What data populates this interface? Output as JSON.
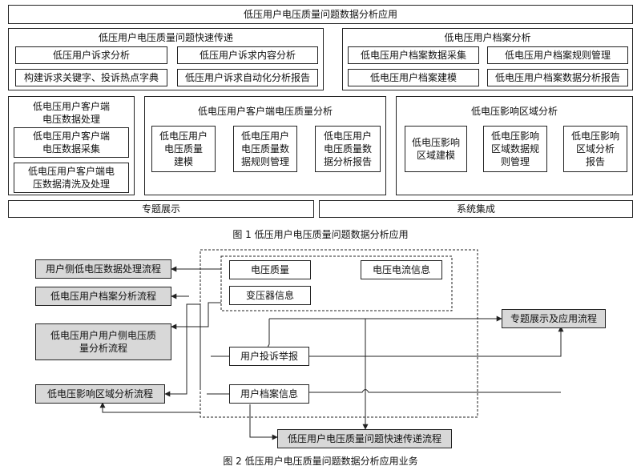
{
  "fig1": {
    "title": "低压用户电压质量问题数据分析应用",
    "quick": {
      "title": "低压用户电压质量问题快速传递",
      "items": [
        "低压用户诉求分析",
        "低压用户诉求内容分析",
        "构建诉求关键字、投诉热点字典",
        "低压用户诉求自动化分析报告"
      ]
    },
    "archive": {
      "title": "低电压用户档案分析",
      "items": [
        "低电压用户档案数据采集",
        "低电压用户档案规则管理",
        "低电压用户档案建模",
        "低电压用户档案数据分析报告"
      ]
    },
    "client_proc": {
      "title": "低电压用户客户端\n电压数据处理",
      "items": [
        "低电压用户客户端\n电压数据采集",
        "低电压用户客户端电\n压数据清洗及处理"
      ]
    },
    "client_quality": {
      "title": "低电压用户客户端电压质量分析",
      "items": [
        "低电压用户\n电压质量\n建模",
        "低电压用户\n电压质量数\n据规则管理",
        "低电压用户\n电压质量数\n据分析报告"
      ]
    },
    "region": {
      "title": "低电压影响区域分析",
      "items": [
        "低电压影响\n区域建模",
        "低电压影响\n区域数据规\n则管理",
        "低电压影响\n区域分析\n报告"
      ]
    },
    "bottom": [
      "专题展示",
      "系统集成"
    ],
    "caption": "图 1    低压用户电压质量问题数据分析应用"
  },
  "fig2": {
    "left": [
      "用户侧低电压数据处理流程",
      "低电压用户档案分析流程",
      "低电压用户用户侧电压质\n量分析流程",
      "低电压影响区域分析流程"
    ],
    "inner": [
      "电压质量",
      "电压电流信息",
      "变压器信息"
    ],
    "mid": [
      "用户投诉举报",
      "用户档案信息"
    ],
    "right": "专题展示及应用流程",
    "bottom": "低压用户电压质量问题快速传递流程",
    "caption": "图 2    低压用户电压质量问题数据分析应用业务"
  }
}
